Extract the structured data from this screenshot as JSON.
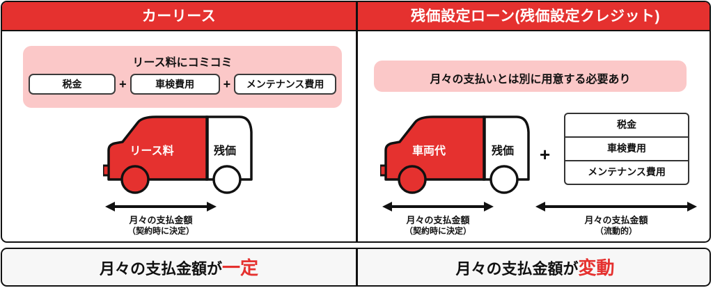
{
  "headers": {
    "left": "カーリース",
    "right": "残価設定ローン(残価設定クレジット)"
  },
  "colors": {
    "header_red": "#e5312f",
    "bubble_pink": "#fbc8c8",
    "car_red": "#e5312f",
    "outline_black": "#111111",
    "band_gray": "#f7f7f7"
  },
  "left_panel": {
    "bubble": {
      "title": "リース料にコミコミ",
      "items": [
        {
          "label": "税金"
        },
        {
          "label": "車検費用"
        },
        {
          "label": "メンテナンス費用"
        }
      ],
      "separator": "+"
    },
    "car": {
      "red_label": "リース料",
      "white_label": "残価"
    },
    "arrow": {
      "caption_main": "月々の支払金額",
      "caption_sub": "（契約時に決定）"
    },
    "conclusion": {
      "prefix": "月々の支払金額が",
      "accent": "一定"
    }
  },
  "right_panel": {
    "bubble": {
      "title": "月々の支払いとは別に用意する必要あり"
    },
    "car": {
      "red_label": "車両代",
      "white_label": "残価"
    },
    "plus": "+",
    "fee_stack": {
      "items": [
        {
          "label": "税金"
        },
        {
          "label": "車検費用"
        },
        {
          "label": "メンテナンス費用"
        }
      ]
    },
    "arrow_car": {
      "caption_main": "月々の支払金額",
      "caption_sub": "（契約時に決定）"
    },
    "arrow_fees": {
      "caption_main": "月々の支払金額",
      "caption_sub": "（流動的）"
    },
    "conclusion": {
      "prefix": "月々の支払金額が",
      "accent": "変動"
    }
  }
}
